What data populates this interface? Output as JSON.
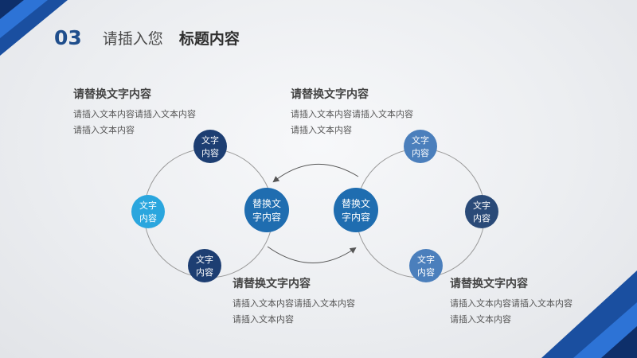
{
  "header": {
    "number": "03",
    "subtitle": "请插入您",
    "title": "标题内容"
  },
  "blocks": [
    {
      "title": "请替换文字内容",
      "body": "请插入文本内容请插入文本内容请插入文本内容"
    },
    {
      "title": "请替换文字内容",
      "body": "请插入文本内容请插入文本内容请插入文本内容"
    },
    {
      "title": "请替换文字内容",
      "body": "请插入文本内容请插入文本内容请插入文本内容"
    },
    {
      "title": "请替换文字内容",
      "body": "请插入文本内容请插入文本内容请插入文本内容"
    }
  ],
  "hubs": [
    {
      "line1": "替换文",
      "line2": "字内容",
      "color": "#1f6db0"
    },
    {
      "line1": "替换文",
      "line2": "字内容",
      "color": "#1f6db0"
    }
  ],
  "nodes": [
    {
      "line1": "文字",
      "line2": "内容",
      "color": "#1d3e72"
    },
    {
      "line1": "文字",
      "line2": "内容",
      "color": "#2aa6de"
    },
    {
      "line1": "文字",
      "line2": "内容",
      "color": "#1d3e72"
    },
    {
      "line1": "文字",
      "line2": "内容",
      "color": "#4b7fbc"
    },
    {
      "line1": "文字",
      "line2": "内容",
      "color": "#2a4a78"
    },
    {
      "line1": "文字",
      "line2": "内容",
      "color": "#4b7fbc"
    }
  ],
  "colors": {
    "accent_dark": "#123a7a",
    "accent_bright": "#1e63c6",
    "ring": "#9a9a9a"
  }
}
